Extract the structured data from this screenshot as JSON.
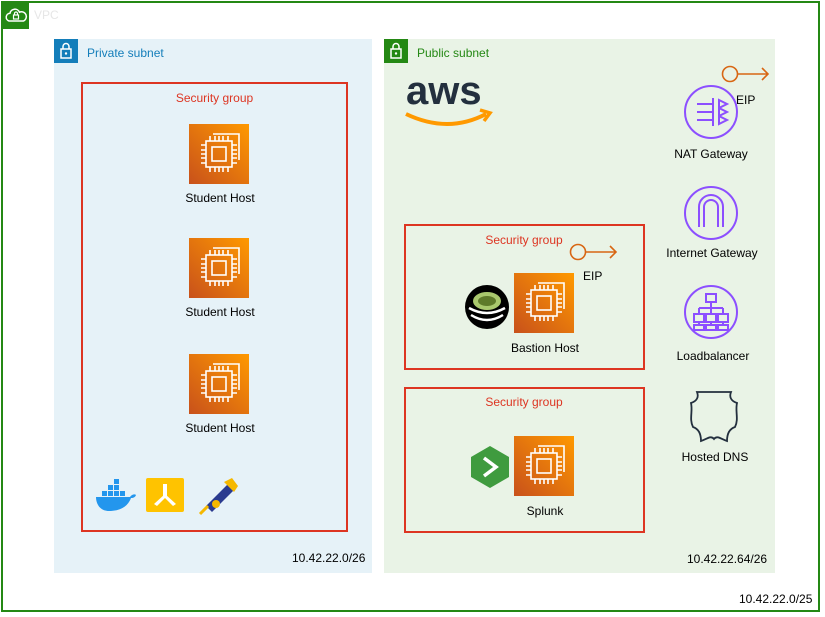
{
  "vpc": {
    "label": "VPC",
    "cidr": "10.42.22.0/25",
    "border_color": "#248814"
  },
  "private_subnet": {
    "label": "Private subnet",
    "cidr": "10.42.22.0/26",
    "label_color": "#147eba",
    "background": "#e6f2f8",
    "security_group": {
      "label": "Security group",
      "hosts": [
        "Student Host",
        "Student Host",
        "Student Host"
      ],
      "tools": [
        "docker-icon",
        "grafana-like-icon",
        "telescope-icon"
      ]
    }
  },
  "public_subnet": {
    "label": "Public subnet",
    "cidr": "10.42.22.64/26",
    "label_color": "#248814",
    "background": "#e9f3e6",
    "logo": "aws",
    "services": [
      {
        "label": "NAT Gateway",
        "icon": "nat-gateway-icon",
        "eip": "EIP"
      },
      {
        "label": "Internet Gateway",
        "icon": "internet-gateway-icon"
      },
      {
        "label": "Loadbalancer",
        "icon": "load-balancer-icon"
      },
      {
        "label": "Hosted DNS",
        "icon": "route53-shield-icon"
      }
    ],
    "bastion_group": {
      "label": "Security group",
      "host": "Bastion Host",
      "eip": "EIP"
    },
    "splunk_group": {
      "label": "Security group",
      "host": "Splunk"
    }
  },
  "colors": {
    "security_group": "#dd3522",
    "ec2_start": "#c8511b",
    "ec2_end": "#ff9900",
    "eip": "#d86613",
    "service_purple": "#8c4fff"
  }
}
